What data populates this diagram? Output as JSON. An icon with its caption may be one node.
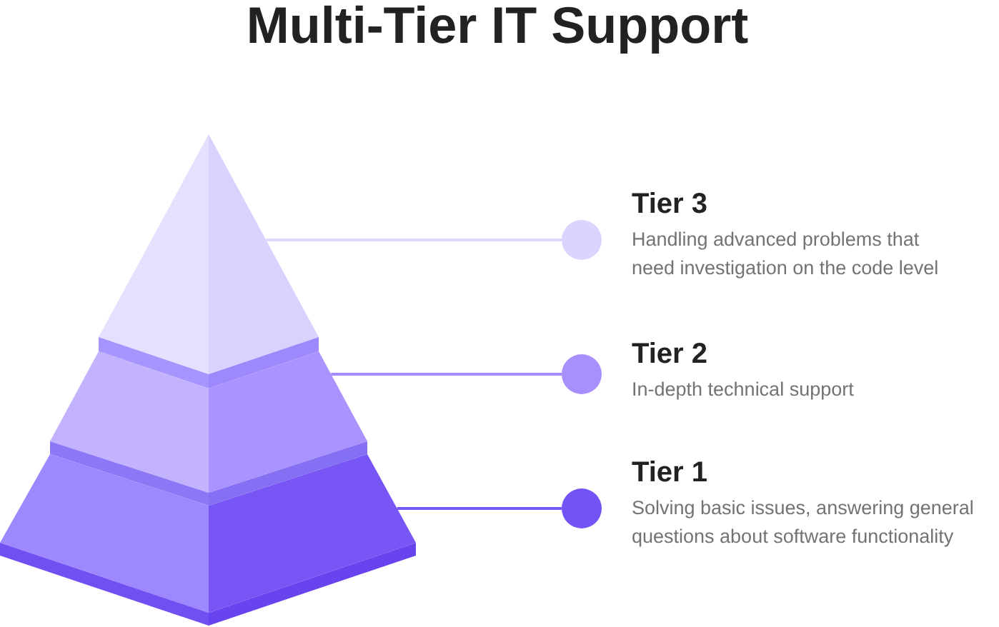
{
  "diagram": {
    "title": "Multi-Tier IT Support",
    "nodes": [
      {
        "text": [],
        "shape": "triangle"
      },
      {
        "text": [],
        "shape": "trapezoid"
      },
      {
        "text": [],
        "shape": "trapezoid"
      },
      {
        "text": [],
        "shape": "circle",
        "beside": [
          "Tier 3",
          "Handling advanced problems that need investigation on the code level"
        ]
      },
      {
        "text": [],
        "shape": "circle",
        "beside": [
          "Tier 2",
          "In-depth technical support"
        ]
      },
      {
        "text": [],
        "shape": "circle",
        "beside": [
          "Tier 1",
          "Solving basic issues, answering general questions about software functionality"
        ]
      }
    ],
    "edges": [
      {
        "from": 0,
        "to": 3,
        "arrow": "none",
        "color": "#e0d8fe"
      },
      {
        "from": 1,
        "to": 4,
        "arrow": "none",
        "color": "#a48cfc"
      },
      {
        "from": 2,
        "to": 5,
        "arrow": "none",
        "color": "#7756f5"
      }
    ]
  }
}
